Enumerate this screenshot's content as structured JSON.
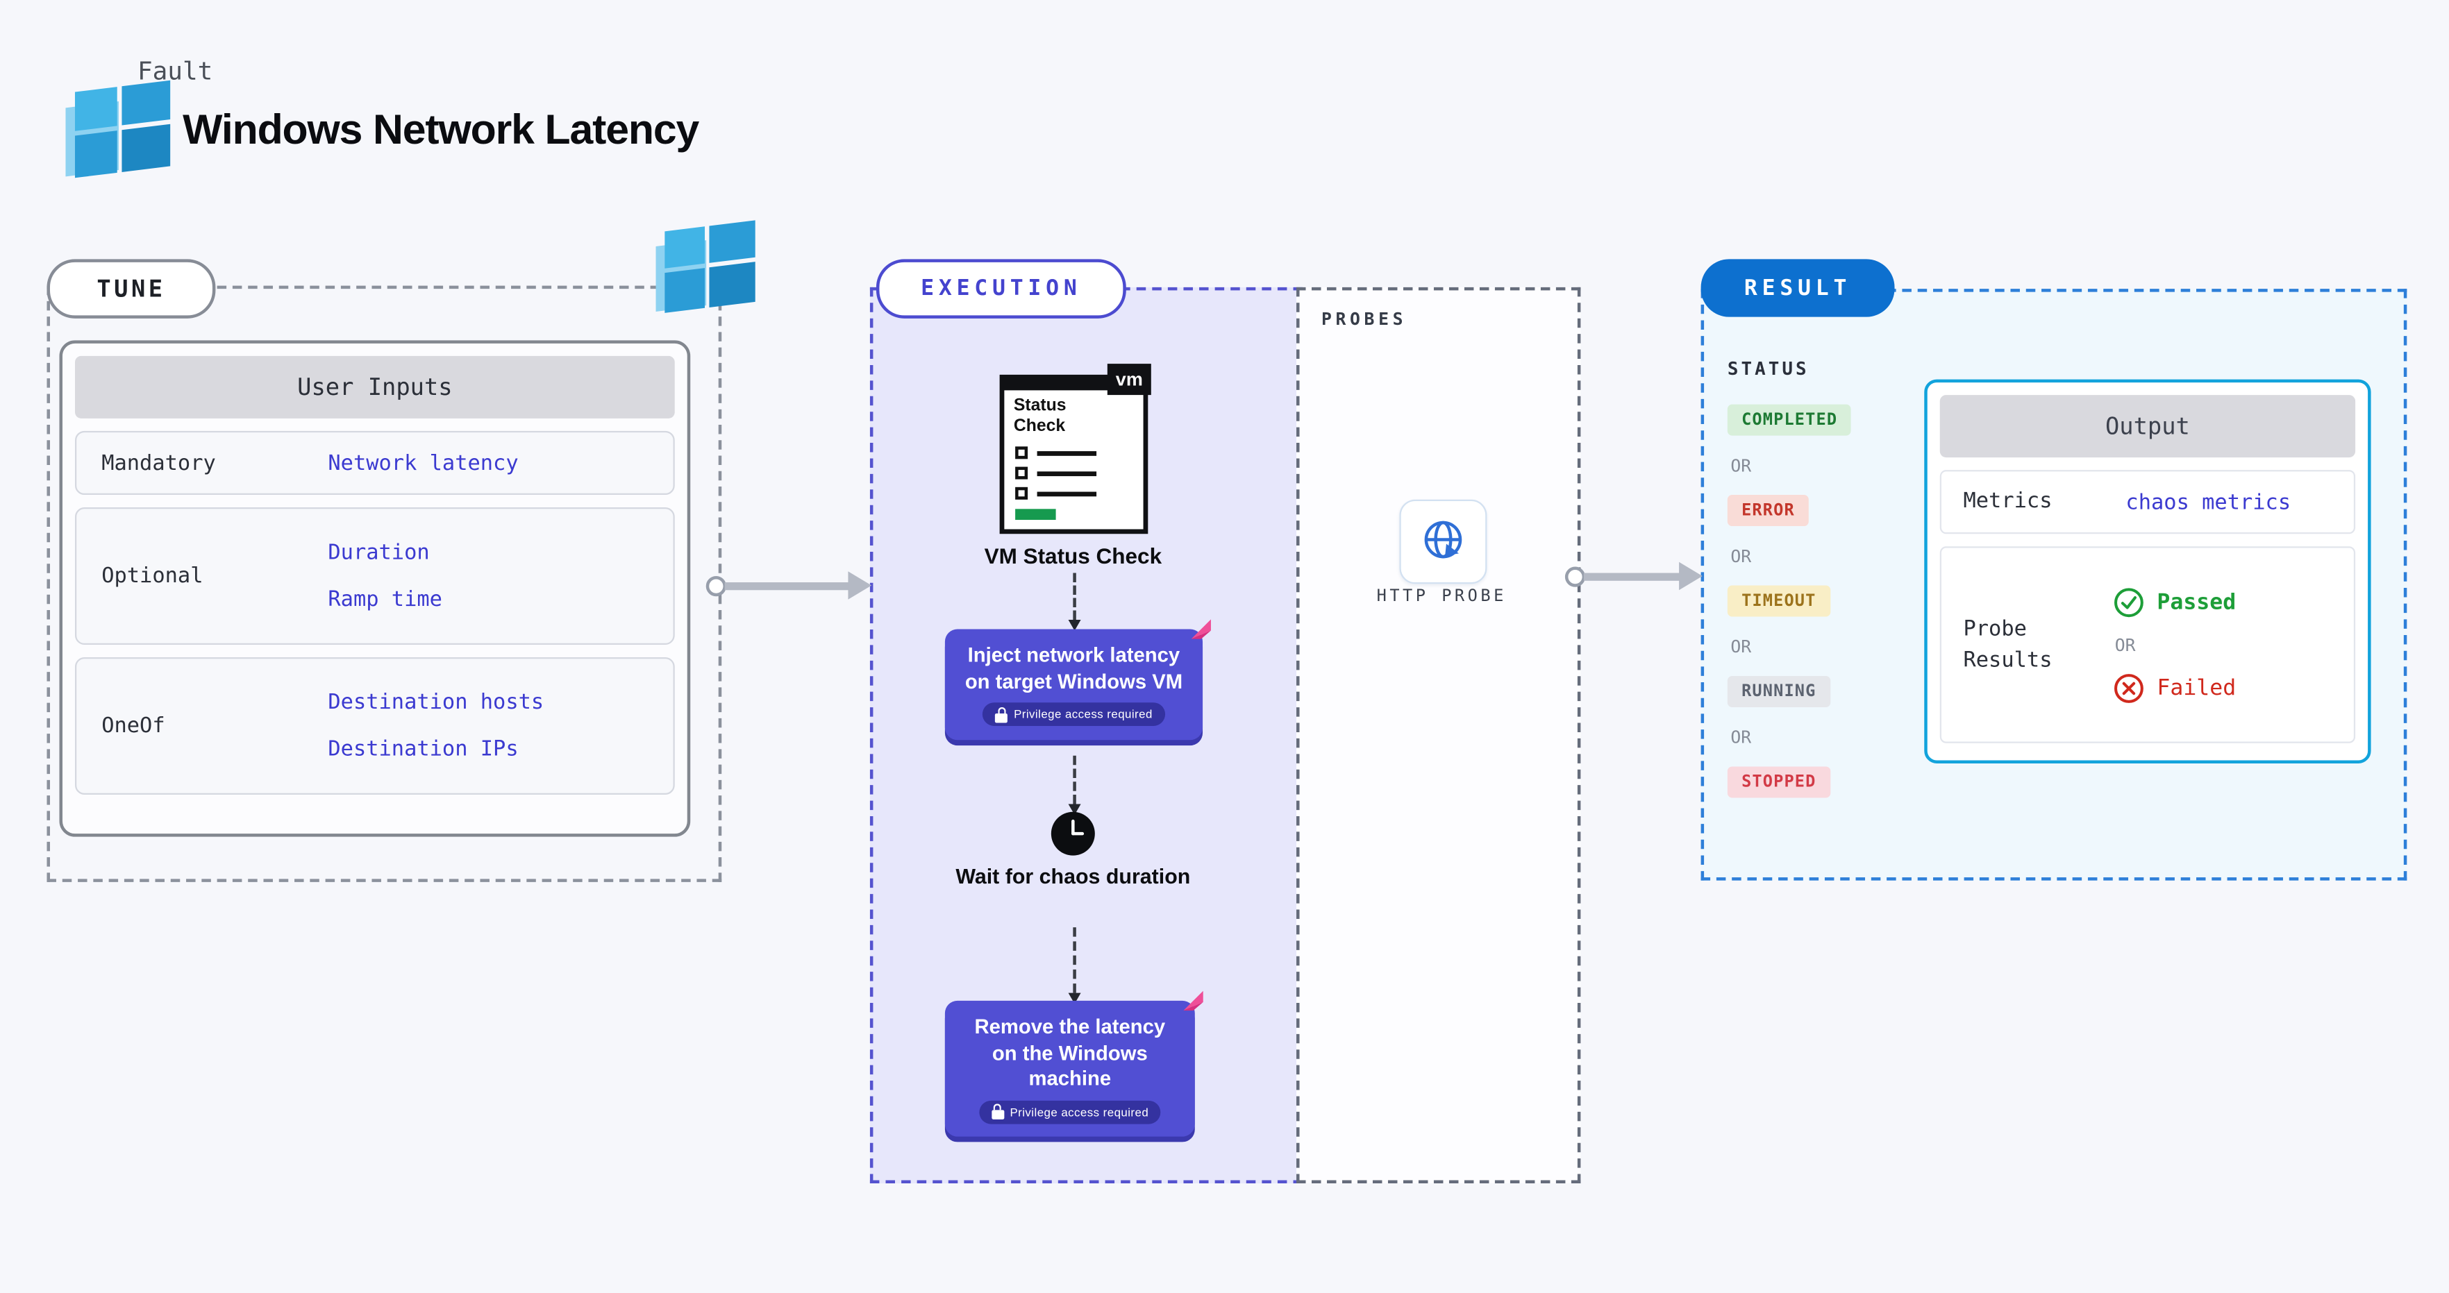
{
  "header": {
    "kicker": "Fault",
    "title": "Windows Network Latency"
  },
  "tune": {
    "label": "TUNE",
    "card": {
      "title": "User Inputs",
      "rows": [
        {
          "label": "Mandatory",
          "values": [
            "Network latency"
          ]
        },
        {
          "label": "Optional",
          "values": [
            "Duration",
            "Ramp time"
          ]
        },
        {
          "label": "OneOf",
          "values": [
            "Destination hosts",
            "Destination IPs"
          ]
        }
      ]
    }
  },
  "execution": {
    "label": "EXECUTION",
    "steps": {
      "vm_check": {
        "icon_badge": "vm",
        "icon_title": "Status Check",
        "title": "VM Status Check"
      },
      "inject": {
        "text": "Inject network latency on target Windows VM",
        "badge": "Privilege access required"
      },
      "wait": {
        "text": "Wait for chaos duration"
      },
      "remove": {
        "text": "Remove the latency on the Windows machine",
        "badge": "Privilege access required"
      }
    },
    "probes": {
      "label": "PROBES",
      "http_probe_label": "HTTP PROBE"
    }
  },
  "result": {
    "label": "RESULT",
    "status": {
      "label": "STATUS",
      "badges": [
        "COMPLETED",
        "ERROR",
        "TIMEOUT",
        "RUNNING",
        "STOPPED"
      ],
      "or": "OR"
    },
    "output": {
      "title": "Output",
      "metrics_label": "Metrics",
      "metrics_value": "chaos metrics",
      "probe_results_label": "Probe Results",
      "passed_label": "Passed",
      "or": "OR",
      "failed_label": "Failed"
    }
  },
  "colors": {
    "page_bg": "#f6f7fb",
    "accent_indigo": "#514fd3",
    "link_blue": "#3b3ad0",
    "result_blue": "#0d70cf",
    "execution_bg": "#e7e7fb",
    "result_bg": "#eff8fd",
    "completed_green": "#1d7a33",
    "error_red": "#c3362b",
    "timeout_yellow": "#9c731c",
    "running_gray": "#5c6370",
    "stopped_red": "#d23a46",
    "passed_green": "#1d9e38",
    "failed_red": "#d0281c",
    "windows_blue": "#2b9cd6"
  },
  "icons": {
    "windows_logo": "four-pane-windows-logo",
    "vm_status": "checklist-card",
    "clock": "black-clock-circle",
    "http_probe": "globe",
    "lock": "padlock",
    "chaos_flag": "pink-arrow-flag",
    "passed": "check-circle",
    "failed": "x-circle"
  }
}
